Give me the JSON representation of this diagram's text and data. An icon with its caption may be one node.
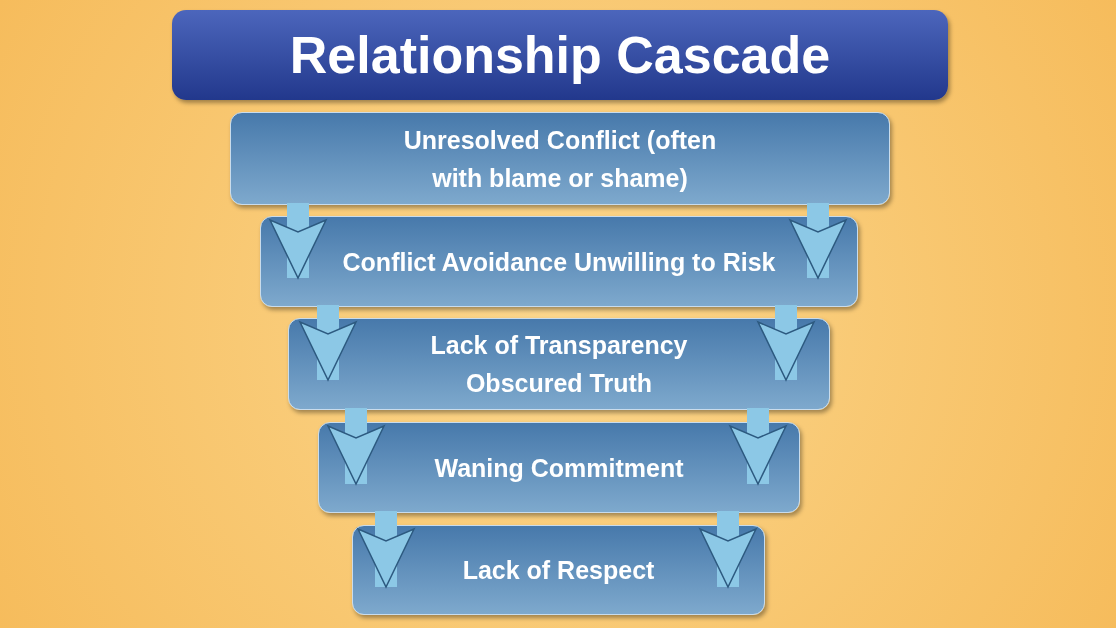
{
  "diagram": {
    "title": "Relationship Cascade",
    "nodes": [
      {
        "text": [
          "Unresolved Conflict (often with blame or shame)"
        ]
      },
      {
        "text": [
          "Conflict Avoidance Unwilling to Risk"
        ]
      },
      {
        "text": [
          "Lack of Transparency Obscured Truth"
        ]
      },
      {
        "text": [
          "Waning Commitment"
        ]
      },
      {
        "text": [
          "Lack of Respect"
        ]
      }
    ],
    "edges": [
      {
        "from": 0,
        "to": 1,
        "arrow": "to"
      },
      {
        "from": 0,
        "to": 1,
        "arrow": "to"
      },
      {
        "from": 1,
        "to": 2,
        "arrow": "to"
      },
      {
        "from": 1,
        "to": 2,
        "arrow": "to"
      },
      {
        "from": 2,
        "to": 3,
        "arrow": "to"
      },
      {
        "from": 2,
        "to": 3,
        "arrow": "to"
      },
      {
        "from": 3,
        "to": 4,
        "arrow": "to"
      },
      {
        "from": 3,
        "to": 4,
        "arrow": "to"
      }
    ]
  }
}
